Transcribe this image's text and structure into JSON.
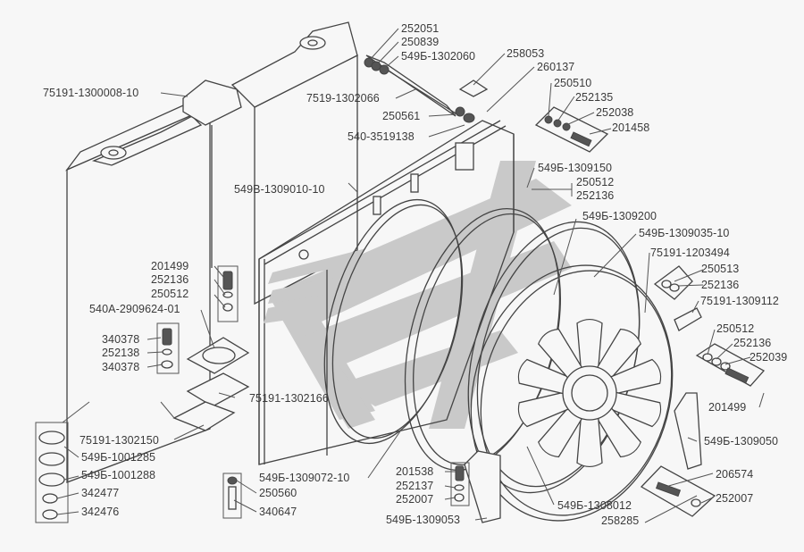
{
  "diagram": {
    "type": "exploded-parts-view",
    "subject": "radiator-and-fan-assembly"
  },
  "labels": {
    "radiator": "75191-1300008-10",
    "nut_252051": "252051",
    "washer_250839": "250839",
    "bushing_549b_1302060": "549Б-1302060",
    "clip_258053": "258053",
    "screw_260137": "260137",
    "tie_rod": "7519-1302066",
    "washer_250561": "250561",
    "bracket_540_3519138": "540-3519138",
    "nut_250510": "250510",
    "washer_252135": "252135",
    "washer_252038": "252038",
    "bolt_201458": "201458",
    "shroud": "549В-1309010-10",
    "ring_549b_1309150": "549Б-1309150",
    "nut_250512_a": "250512",
    "washer_252136_a": "252136",
    "ring_549b_1309200": "549Б-1309200",
    "ring_549b_1309035": "549Б-1309035-10",
    "bracket_75191_1203494": "75191-1203494",
    "nut_250513": "250513",
    "washer_252136_b": "252136",
    "plate_75191_1309112": "75191-1309112",
    "nut_250512_b": "250512",
    "washer_252136_c": "252136",
    "washer_252039": "252039",
    "bolt_201499_right": "201499",
    "bolt_201499_left": "201499",
    "washer_252136_d": "252136",
    "nut_250512_c": "250512",
    "cushion_540a": "540А-2909624-01",
    "bolt_340378_a": "340378",
    "washer_252138": "252138",
    "nut_340378_b": "340378",
    "plate_75191_1302166": "75191-1302166",
    "bracket_75191_1302150": "75191-1302150",
    "pad_549b_1001285": "549Б-1001285",
    "washer_549b_1001288": "549Б-1001288",
    "nut_342477": "342477",
    "nut_342476": "342476",
    "nut_250560": "250560",
    "bolt_340647": "340647",
    "panel_549b_1309072": "549Б-1309072-10",
    "bolt_201538": "201538",
    "washer_252137": "252137",
    "washer_252007_a": "252007",
    "support_549b_1309053": "549Б-1309053",
    "fan_549b_1308012": "549Б-1308012",
    "washer_258285": "258285",
    "support_549b_1309050": "549Б-1309050",
    "bolt_206574": "206574",
    "washer_252007_b": "252007"
  }
}
